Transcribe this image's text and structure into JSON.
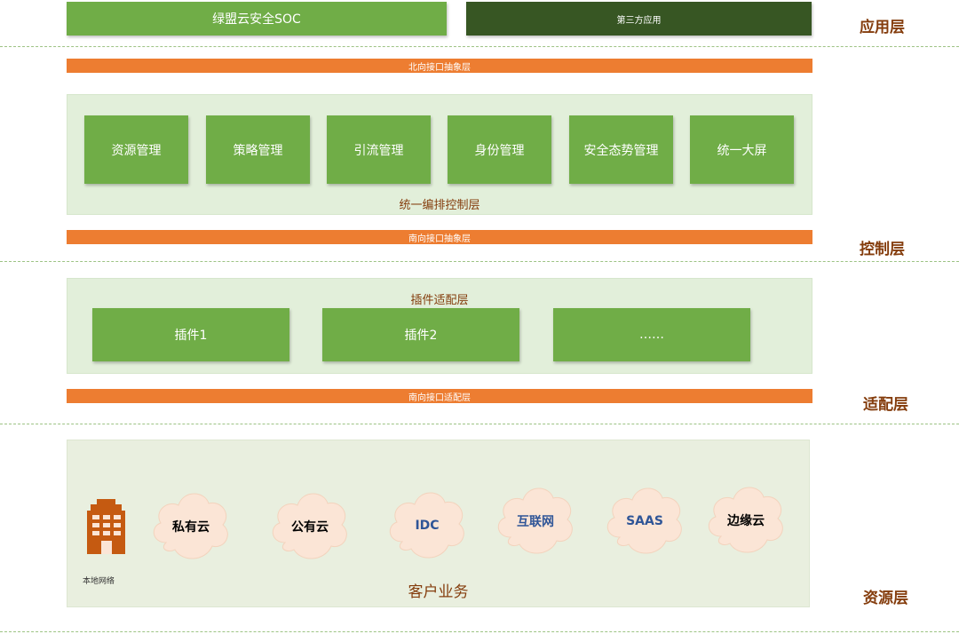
{
  "layers": {
    "app": "应用层",
    "control": "控制层",
    "adapt": "适配层",
    "resource": "资源层"
  },
  "app_layer": {
    "soc": "绿盟云安全SOC",
    "third_party": "第三方应用"
  },
  "north_api": "北向接口抽象层",
  "orchestration": {
    "modules": [
      "资源管理",
      "策略管理",
      "引流管理",
      "身份管理",
      "安全态势管理",
      "统一大屏"
    ],
    "caption": "统一编排控制层"
  },
  "south_api": "南向接口抽象层",
  "plugin": {
    "caption": "插件适配层",
    "items": [
      "插件1",
      "插件2",
      "……"
    ]
  },
  "south_adapt": "南向接口适配层",
  "resource": {
    "local_network": "本地网络",
    "clouds": [
      "私有云",
      "公有云",
      "IDC",
      "互联网",
      "SAAS",
      "边缘云"
    ],
    "customer_business": "客户业务"
  },
  "colors": {
    "green": "#70ad47",
    "dark_green": "#375623",
    "orange": "#ed7d31",
    "label_brown": "#843c0c",
    "cloud_fill": "#fbe5d6",
    "blue_text": "#2f5597"
  },
  "icons": [
    "building-icon",
    "cloud-icon"
  ]
}
